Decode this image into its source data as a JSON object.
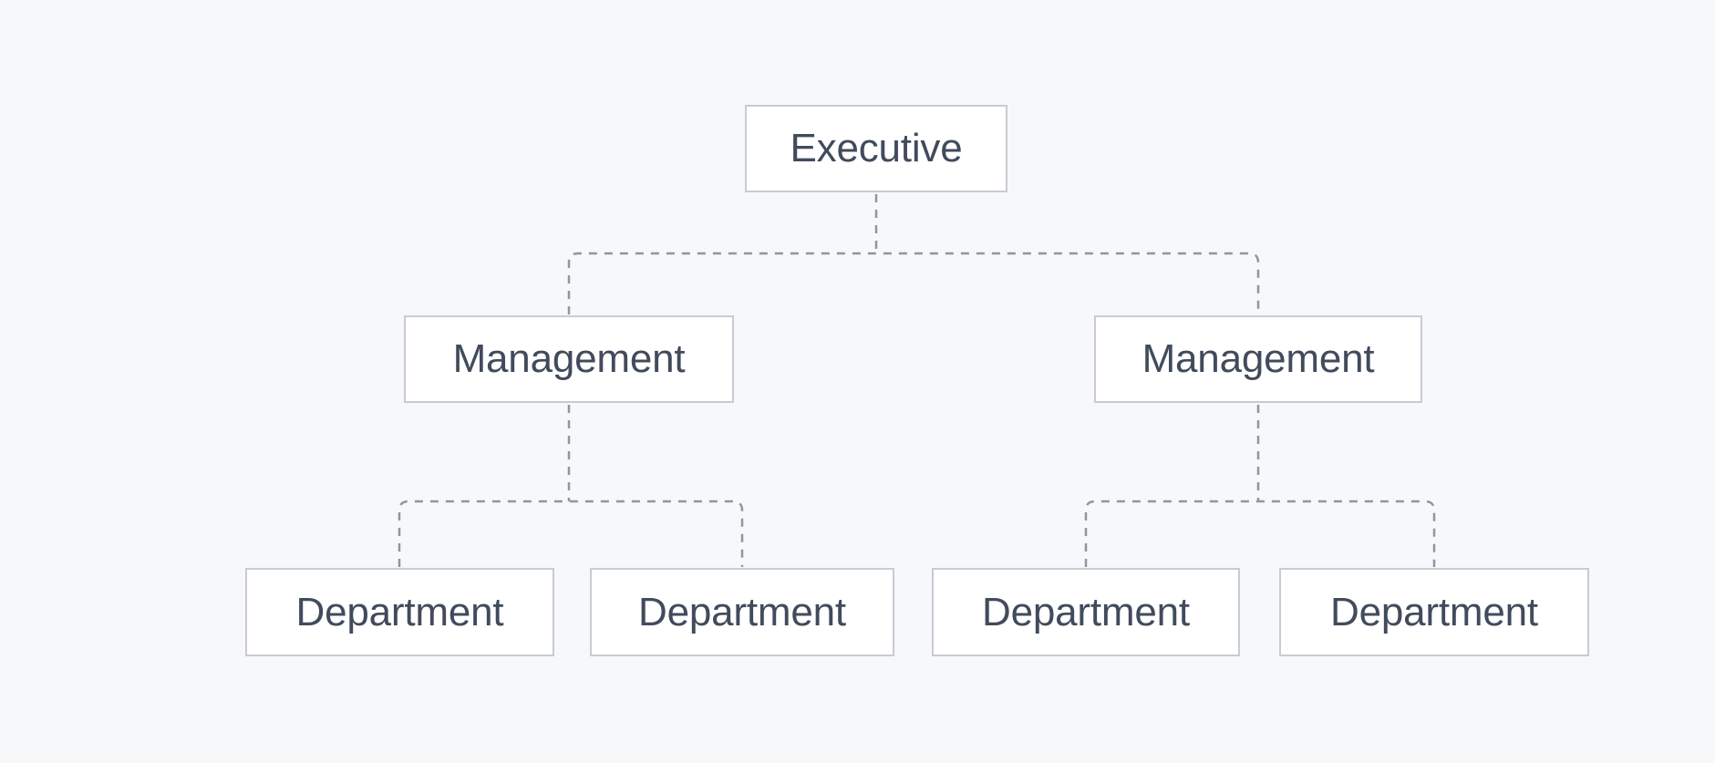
{
  "diagram": {
    "type": "org-chart",
    "levels": [
      "Executive",
      "Management",
      "Department"
    ],
    "nodes": [
      {
        "id": "executive",
        "label": "Executive",
        "level": 0,
        "parent": null
      },
      {
        "id": "management-1",
        "label": "Management",
        "level": 1,
        "parent": "executive"
      },
      {
        "id": "management-2",
        "label": "Management",
        "level": 1,
        "parent": "executive"
      },
      {
        "id": "department-1",
        "label": "Department",
        "level": 2,
        "parent": "management-1"
      },
      {
        "id": "department-2",
        "label": "Department",
        "level": 2,
        "parent": "management-1"
      },
      {
        "id": "department-3",
        "label": "Department",
        "level": 2,
        "parent": "management-2"
      },
      {
        "id": "department-4",
        "label": "Department",
        "level": 2,
        "parent": "management-2"
      }
    ],
    "edges": [
      {
        "from": "executive",
        "to": "management-1"
      },
      {
        "from": "executive",
        "to": "management-2"
      },
      {
        "from": "management-1",
        "to": "department-1"
      },
      {
        "from": "management-1",
        "to": "department-2"
      },
      {
        "from": "management-2",
        "to": "department-3"
      },
      {
        "from": "management-2",
        "to": "department-4"
      }
    ],
    "colors": {
      "bg": "#f7f8fa",
      "node_fill": "#ffffff",
      "node_border": "#c8cbd2",
      "node_text": "#414b5c",
      "connector": "#8e96a2"
    },
    "edge_style": "dashed"
  }
}
